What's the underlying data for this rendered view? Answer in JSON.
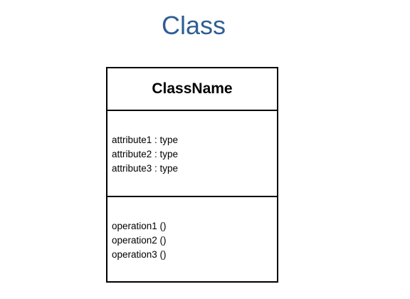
{
  "slide": {
    "title": "Class"
  },
  "uml_class": {
    "name": "ClassName",
    "attributes": [
      "attribute1 : type",
      "attribute2 : type",
      "attribute3 : type"
    ],
    "operations": [
      "operation1 ()",
      "operation2 ()",
      "operation3 ()"
    ]
  }
}
